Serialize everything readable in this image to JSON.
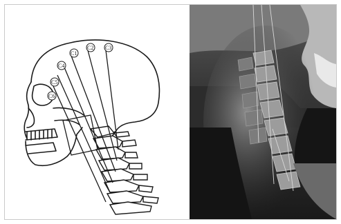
{
  "figure": {
    "left_panel": {
      "labels": [
        "C1",
        "C2",
        "C3",
        "C4",
        "C5",
        "C6"
      ]
    },
    "right_panel": {}
  }
}
